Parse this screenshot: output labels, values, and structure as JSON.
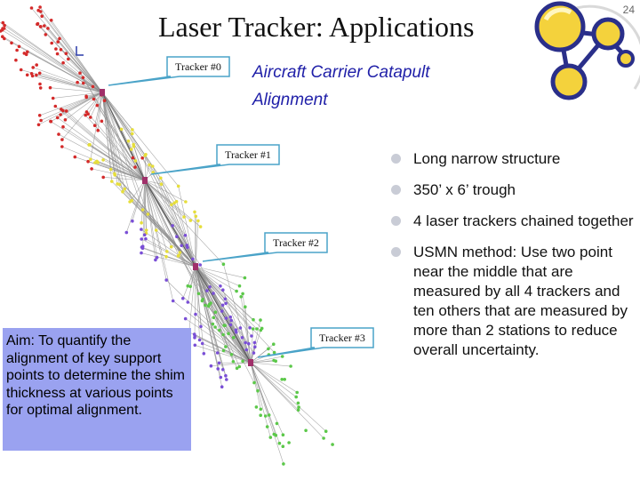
{
  "slide": {
    "title": "Laser Tracker: Applications",
    "page_number": "24",
    "subtitle_line1": "Aircraft Carrier Catapult",
    "subtitle_line2": "Alignment",
    "bullets": [
      "Long narrow structure",
      "350’ x 6’ trough",
      "4 laser trackers chained together",
      "USMN method: Use two point near the middle that are measured by all 4 trackers and ten others that are measured by more than 2 stations to reduce overall uncertainty."
    ],
    "aim_text": "Aim: To quantify the alignment of key support points to determine the shim thickness at various points for optimal alignment."
  },
  "diagram": {
    "trackers": [
      {
        "label": "Tracker #0"
      },
      {
        "label": "Tracker #1"
      },
      {
        "label": "Tracker #2"
      },
      {
        "label": "Tracker #3"
      }
    ],
    "colors": {
      "lines": "#8c8c8c",
      "points_red": "#d42a2a",
      "points_yellow": "#e6de3a",
      "points_purple": "#7a4fd6",
      "points_green": "#5cc84a",
      "callout_fill": "#ffffff",
      "callout_stroke": "#4aa3c8",
      "tracker_marker": "#a0306a"
    }
  },
  "logo": {
    "colors": {
      "circles": "#f4d23c",
      "connector": "#2a2f8a",
      "ring": "#d0d0d0"
    }
  }
}
